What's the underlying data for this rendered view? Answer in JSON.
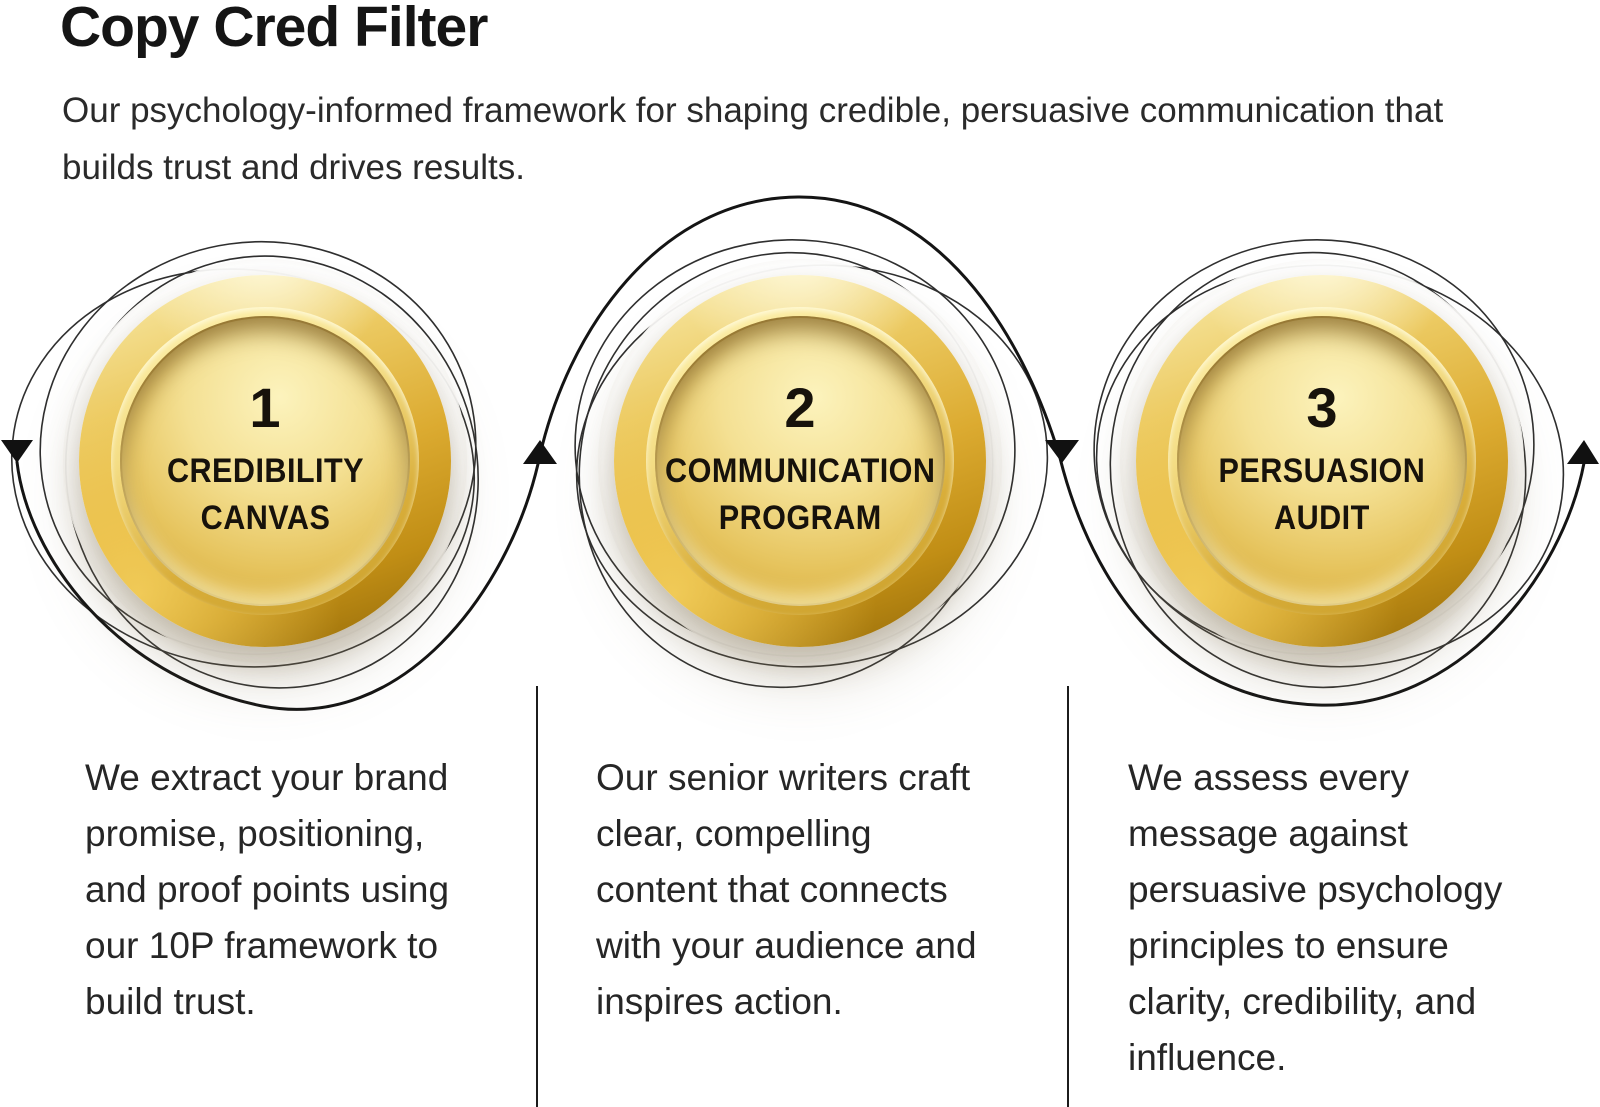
{
  "header": {
    "title": "Copy Cred Filter",
    "subtitle_lines": [
      "Our psychology-informed framework for shaping credible, persuasive communication that",
      "builds trust and drives results."
    ]
  },
  "colors": {
    "gold_light": "#F9EFB0",
    "gold": "#E3BC4E",
    "gold_deep": "#C18E15",
    "bronze_rim": "#8F6708",
    "ink": "#17120B",
    "line": "#1C1C1C",
    "body_text": "#262626"
  },
  "steps": [
    {
      "number": "1",
      "label_lines": [
        "CREDIBILITY",
        "CANVAS"
      ],
      "description_lines": [
        "We extract your brand",
        "promise, positioning,",
        "and proof points using",
        "our 10P framework to",
        "build trust."
      ]
    },
    {
      "number": "2",
      "label_lines": [
        "COMMUNICATION",
        "PROGRAM"
      ],
      "description_lines": [
        "Our senior writers craft",
        "clear, compelling",
        "content that connects",
        "with your audience and",
        "inspires action."
      ]
    },
    {
      "number": "3",
      "label_lines": [
        "PERSUASION",
        "AUDIT"
      ],
      "description_lines": [
        "We assess every",
        "message against",
        "persuasive psychology",
        "principles to ensure",
        "clarity, credibility, and",
        "influence."
      ]
    }
  ],
  "flow": {
    "arrows": [
      {
        "position": "start-left",
        "direction": "down"
      },
      {
        "position": "between-step-1-2",
        "direction": "up"
      },
      {
        "position": "between-step-2-3",
        "direction": "down"
      },
      {
        "position": "end-right",
        "direction": "up"
      }
    ]
  }
}
